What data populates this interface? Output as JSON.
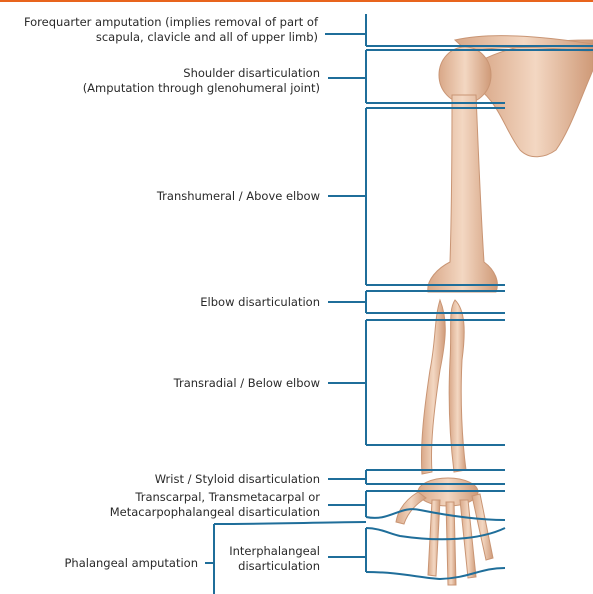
{
  "labels": {
    "forequarter": [
      "Forequarter amputation (implies removal of part of",
      "scapula, clavicle and all of upper limb)"
    ],
    "shoulder": [
      "Shoulder disarticulation",
      "(Amputation through glenohumeral joint)"
    ],
    "transhumeral": "Transhumeral / Above elbow",
    "elbow": "Elbow disarticulation",
    "transradial": "Transradial / Below elbow",
    "wrist": "Wrist / Styloid disarticulation",
    "transcarpal": [
      "Transcarpal, Transmetacarpal or",
      "Metacarpophalangeal disarticulation"
    ],
    "phalangeal": "Phalangeal amputation",
    "interphalangeal": [
      "Interphalangeal",
      "disarticulation"
    ]
  },
  "colors": {
    "line": "#1f6e9a",
    "bone": "#e9c3a6",
    "bone_shade": "#c99574",
    "accent": "#e8641d"
  }
}
